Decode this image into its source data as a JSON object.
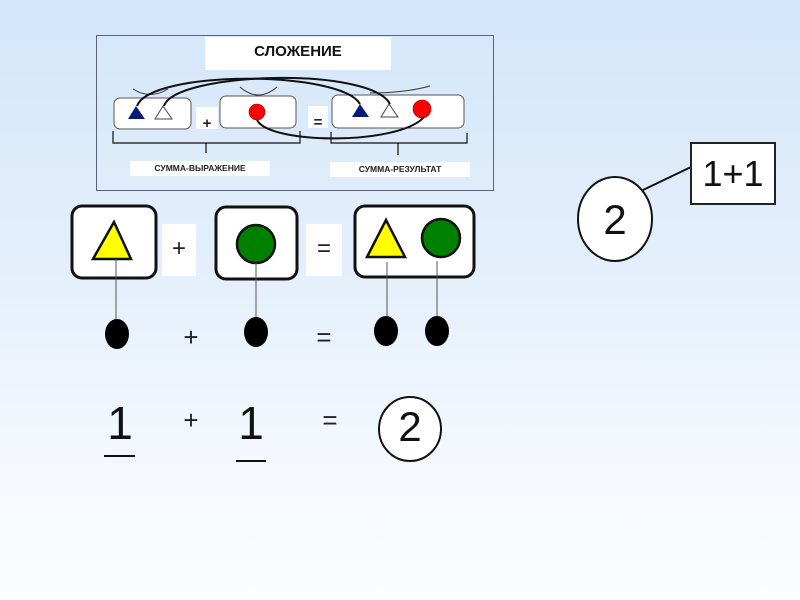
{
  "scheme": {
    "title": "СЛОЖЕНИЕ",
    "plus": "+",
    "equals": "=",
    "label_expression": "СУММА-ВЫРАЖЕНИЕ",
    "label_result": "СУММА-РЕЗУЛЬТАТ",
    "colors": {
      "triangle_filled": "#0a1a7a",
      "circle": "#ff0000",
      "panel_border": "#5a6478"
    }
  },
  "shapes_row": {
    "plus": "+",
    "equals": "=",
    "colors": {
      "triangle": "#ffff00",
      "circle": "#008000"
    }
  },
  "dots_row": {
    "plus": "+",
    "equals": "="
  },
  "numbers_row": {
    "addend1": "1",
    "plus": "+",
    "addend2": "1",
    "equals": "=",
    "result": "2"
  },
  "side_note": {
    "result": "2",
    "expression": "1+1"
  }
}
